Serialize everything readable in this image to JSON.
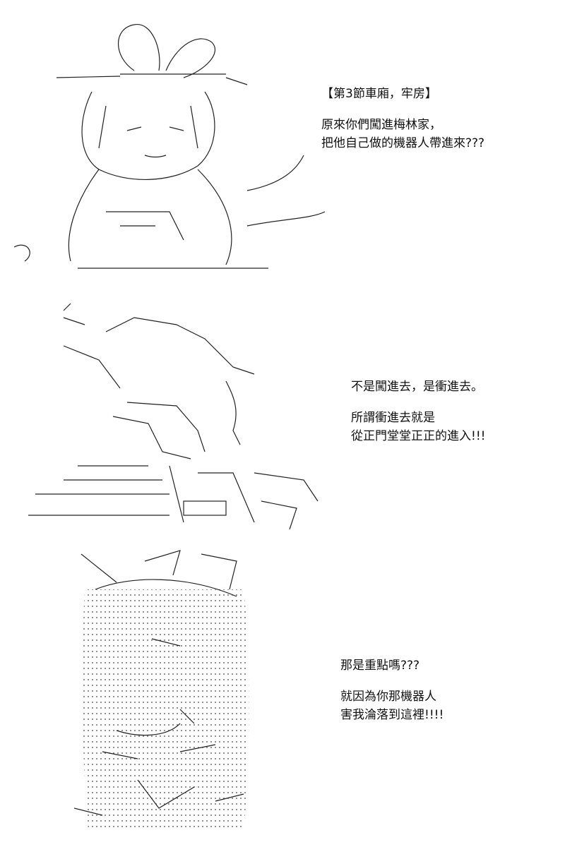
{
  "panels": [
    {
      "art": "girl-with-bow-ascii-art",
      "lines": [
        "【第3節車廂，牢房】",
        "",
        "原來你們闖進梅林家，",
        "把他自己做的機器人帶進來???"
      ]
    },
    {
      "art": "girl-on-rubble-ascii-art",
      "lines": [
        "不是闖進去，是衝進去。",
        "",
        "所謂衝進去就是",
        "從正門堂堂正正的進入!!!"
      ]
    },
    {
      "art": "bunny-girl-ascii-art",
      "lines": [
        "那是重點嗎???",
        "",
        "就因為你那機器人",
        "害我淪落到這裡!!!!"
      ]
    }
  ]
}
